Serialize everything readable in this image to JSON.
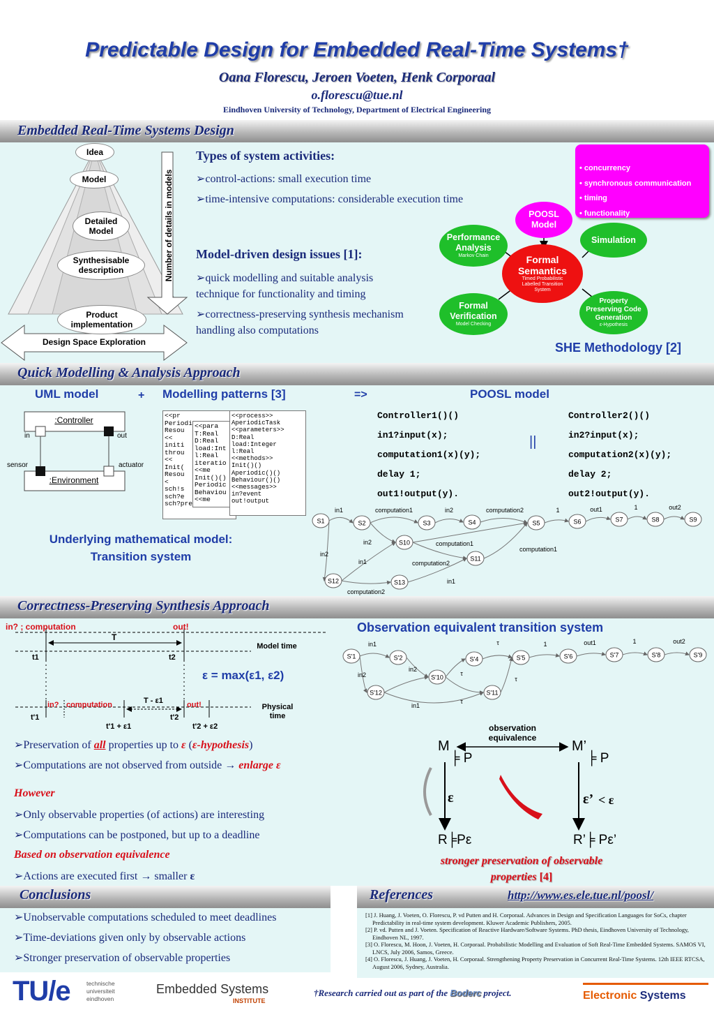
{
  "header": {
    "title": "Predictable Design for Embedded Real-Time Systems†",
    "authors": "Oana Florescu, Jeroen Voeten, Henk Corporaal",
    "email": "o.florescu@tue.nl",
    "affiliation": "Eindhoven University of Technology, Department of Electrical Engineering"
  },
  "s1": {
    "title": "Embedded Real-Time Systems Design",
    "pyramid": {
      "levels": [
        "Idea",
        "Model",
        "Detailed Model",
        "Synthesisable description",
        "Product implementation"
      ],
      "side_arrow": "Number of details in models",
      "bottom_arrow": "Design Space Exploration"
    },
    "types_heading": "Types of system activities:",
    "types": [
      "control-actions: small execution time",
      "time-intensive computations: considerable execution time"
    ],
    "issues_heading": "Model-driven design issues [1]:",
    "issues": [
      "quick modelling and suitable analysis technique for functionality and timing",
      "correctness-preserving synthesis mechanism handling also computations"
    ],
    "she": {
      "props": [
        "• concurrency",
        "• synchronous communication",
        "• timing",
        "• functionality"
      ],
      "poosl": "POOSL Model",
      "center": "Formal Semantics",
      "center_sub": "Timed Probabilistic Labelled Transition System",
      "perf": "Performance Analysis",
      "perf_sub": "Markov Chain",
      "sim": "Simulation",
      "verif": "Formal Verification",
      "verif_sub": "Model Checking",
      "prop": "Property Preserving Code Generation",
      "prop_sub": "ε-Hypothesis",
      "caption": "SHE Methodology [2]"
    }
  },
  "s2": {
    "title": "Quick Modelling & Analysis Approach",
    "uml_label": "UML model",
    "plus": "+",
    "patterns_label": "Modelling patterns [3]",
    "arrow": "=>",
    "poosl_label": "POOSL model",
    "uml": {
      "controller": ":Controller",
      "environment": ":Environment",
      "in": "in",
      "out": "out",
      "sensor": "sensor",
      "actuator": "actuator"
    },
    "code1": [
      "Controller1()()",
      " in1?input(x);",
      " computation1(x)(y);",
      " delay 1;",
      " out1!output(y)."
    ],
    "code2": [
      "Controller2()()",
      " in2?input(x);",
      " computation2(x)(y);",
      " delay 2;",
      " out2!output(y)."
    ],
    "parallel": "||",
    "math_label": "Underlying mathematical model: Transition system",
    "pattern_back": [
      "<<pr",
      "Periodic",
      "Resou",
      "<<",
      "initi",
      "throu",
      "<<",
      "Init(",
      "Resou",
      "<",
      "sch!s",
      "sch?e",
      "sch?preemption"
    ],
    "pattern_mid": [
      "<<para",
      "T:Real",
      "D:Real",
      "load:Int",
      "l:Real",
      "iteratio",
      "<<me",
      "Init()()",
      "Periodic",
      "Behaviou",
      "<<me"
    ],
    "pattern_front": [
      "<<process>>",
      "AperiodicTask",
      "<<parameters>>",
      "D:Real",
      "load:Integer",
      "l:Real",
      "<<methods>>",
      "Init()()",
      "Aperiodic()()",
      "Behaviour()()",
      "<<messages>>",
      "in?event",
      "out!output"
    ],
    "ts_states": [
      "S1",
      "S2",
      "S3",
      "S4",
      "S5",
      "S6",
      "S7",
      "S8",
      "S9",
      "S10",
      "S11",
      "S12",
      "S13"
    ],
    "ts_labels": [
      "in1",
      "computation1",
      "in2",
      "computation2",
      "1",
      "out1",
      "1",
      "out2",
      "in2",
      "computation1",
      "computation1",
      "in2",
      "in1",
      "computation2",
      "in1",
      "computation2"
    ]
  },
  "s3": {
    "title": "Correctness-Preserving Synthesis Approach",
    "timing": {
      "top_left": "in?  ; computation",
      "top_right": "out!",
      "T": "T",
      "t1": "t1",
      "t2": "t2",
      "model_time": "Model time",
      "eps": "ε = max(ε1, ε2)",
      "in": "in?",
      "comp": "computation",
      "out": "out!",
      "tmeps": "T - ε1",
      "phys_time": "Physical time",
      "tp1": "t'1",
      "tp2": "t'2",
      "tp1e": "t'1 + ε1",
      "tp2e": "t'2 + ε2"
    },
    "bullets": [
      {
        "pre": "Preservation of ",
        "em": "all",
        "mid": " properties up to ",
        "em2": "ε",
        "paren_l": " (",
        "em3": "ε-hypothesis",
        "paren_r": ")"
      },
      {
        "pre": "Computations are not observed from outside → ",
        "em": "enlarge ε"
      }
    ],
    "however": "However",
    "bullets2": [
      "Only observable properties (of actions) are interesting",
      "Computations can be postponed, but up to a deadline"
    ],
    "based": "Based on observation equivalence",
    "bullet3_pre": "Actions are executed first → smaller ",
    "bullet3_eps": "ε",
    "obs_title": "Observation equivalent transition system",
    "obs_states": [
      "S'1",
      "S'2",
      "S'4",
      "S'5",
      "S'6",
      "S'7",
      "S'8",
      "S'9",
      "S'10",
      "S'11",
      "S'12"
    ],
    "obs_labels": [
      "in1",
      "τ",
      "1",
      "out1",
      "1",
      "out2",
      "in2",
      "in2",
      "τ",
      "τ",
      "τ",
      "in1"
    ],
    "diag": {
      "obs": "observation equivalence",
      "M": "M",
      "Mp": "M’",
      "modP": "╞ P",
      "modPp": "╞ P",
      "eps": "ε",
      "epsp": "ε’",
      "lt": "< ε",
      "R": "R╞Pε",
      "Rp": "R’╞ Pε’",
      "caption": "stronger preservation of observable properties",
      "ref": "[4]"
    }
  },
  "conclusions": {
    "title": "Conclusions",
    "items": [
      "Unobservable computations scheduled to meet deadlines",
      "Time-deviations given only by observable actions",
      "Stronger preservation of observable properties"
    ]
  },
  "references": {
    "title": "References",
    "url": "http://www.es.ele.tue.nl/poosl/",
    "items": [
      "[1] J. Huang, J. Voeten, O. Florescu, P. vd Putten and H. Corporaal. Advances in Design and Specification Languages for SoCs, chapter Predictability in real-time system development. Kluwer Academic Publishers, 2005.",
      "[2] P. vd. Putten and J. Voeten. Specification of Reactive Hardware/Software Systems. PhD thesis, Eindhoven University of Technology, Eindhoven NL, 1997.",
      "[3] O. Florescu, M. Hoon, J. Voeten, H. Corporaal. Probabilistic Modelling and Evaluation of Soft Real-Time Embedded Systems. SAMOS VI, LNCS, July 2006, Samos, Greece.",
      "[4] O. Florescu, J. Huang, J. Voeten, H. Corporaal. Strengthening Property Preservation in Concurrent Real-Time Systems. 12th IEEE RTCSA, August 2006, Sydney, Australia."
    ]
  },
  "footer": {
    "tue_logo": "TU/e",
    "tue_text": [
      "technische",
      "universiteit",
      "eindhoven"
    ],
    "es_logo": "Embedded Systems",
    "es_sub": "INSTITUTE",
    "note_pre": "†Research carried out as part of the ",
    "boderc": "Boderc",
    "note_post": " project.",
    "es_group_1": "Electronic",
    "es_group_2": " Systems"
  },
  "colors": {
    "title_blue": "#1f3da8",
    "navy": "#1a2a7a",
    "red": "#d8101a",
    "panel": "#e4f6f6",
    "magenta": "#ff00ff",
    "green": "#1fbf2a",
    "red_bubble": "#ee1111"
  }
}
